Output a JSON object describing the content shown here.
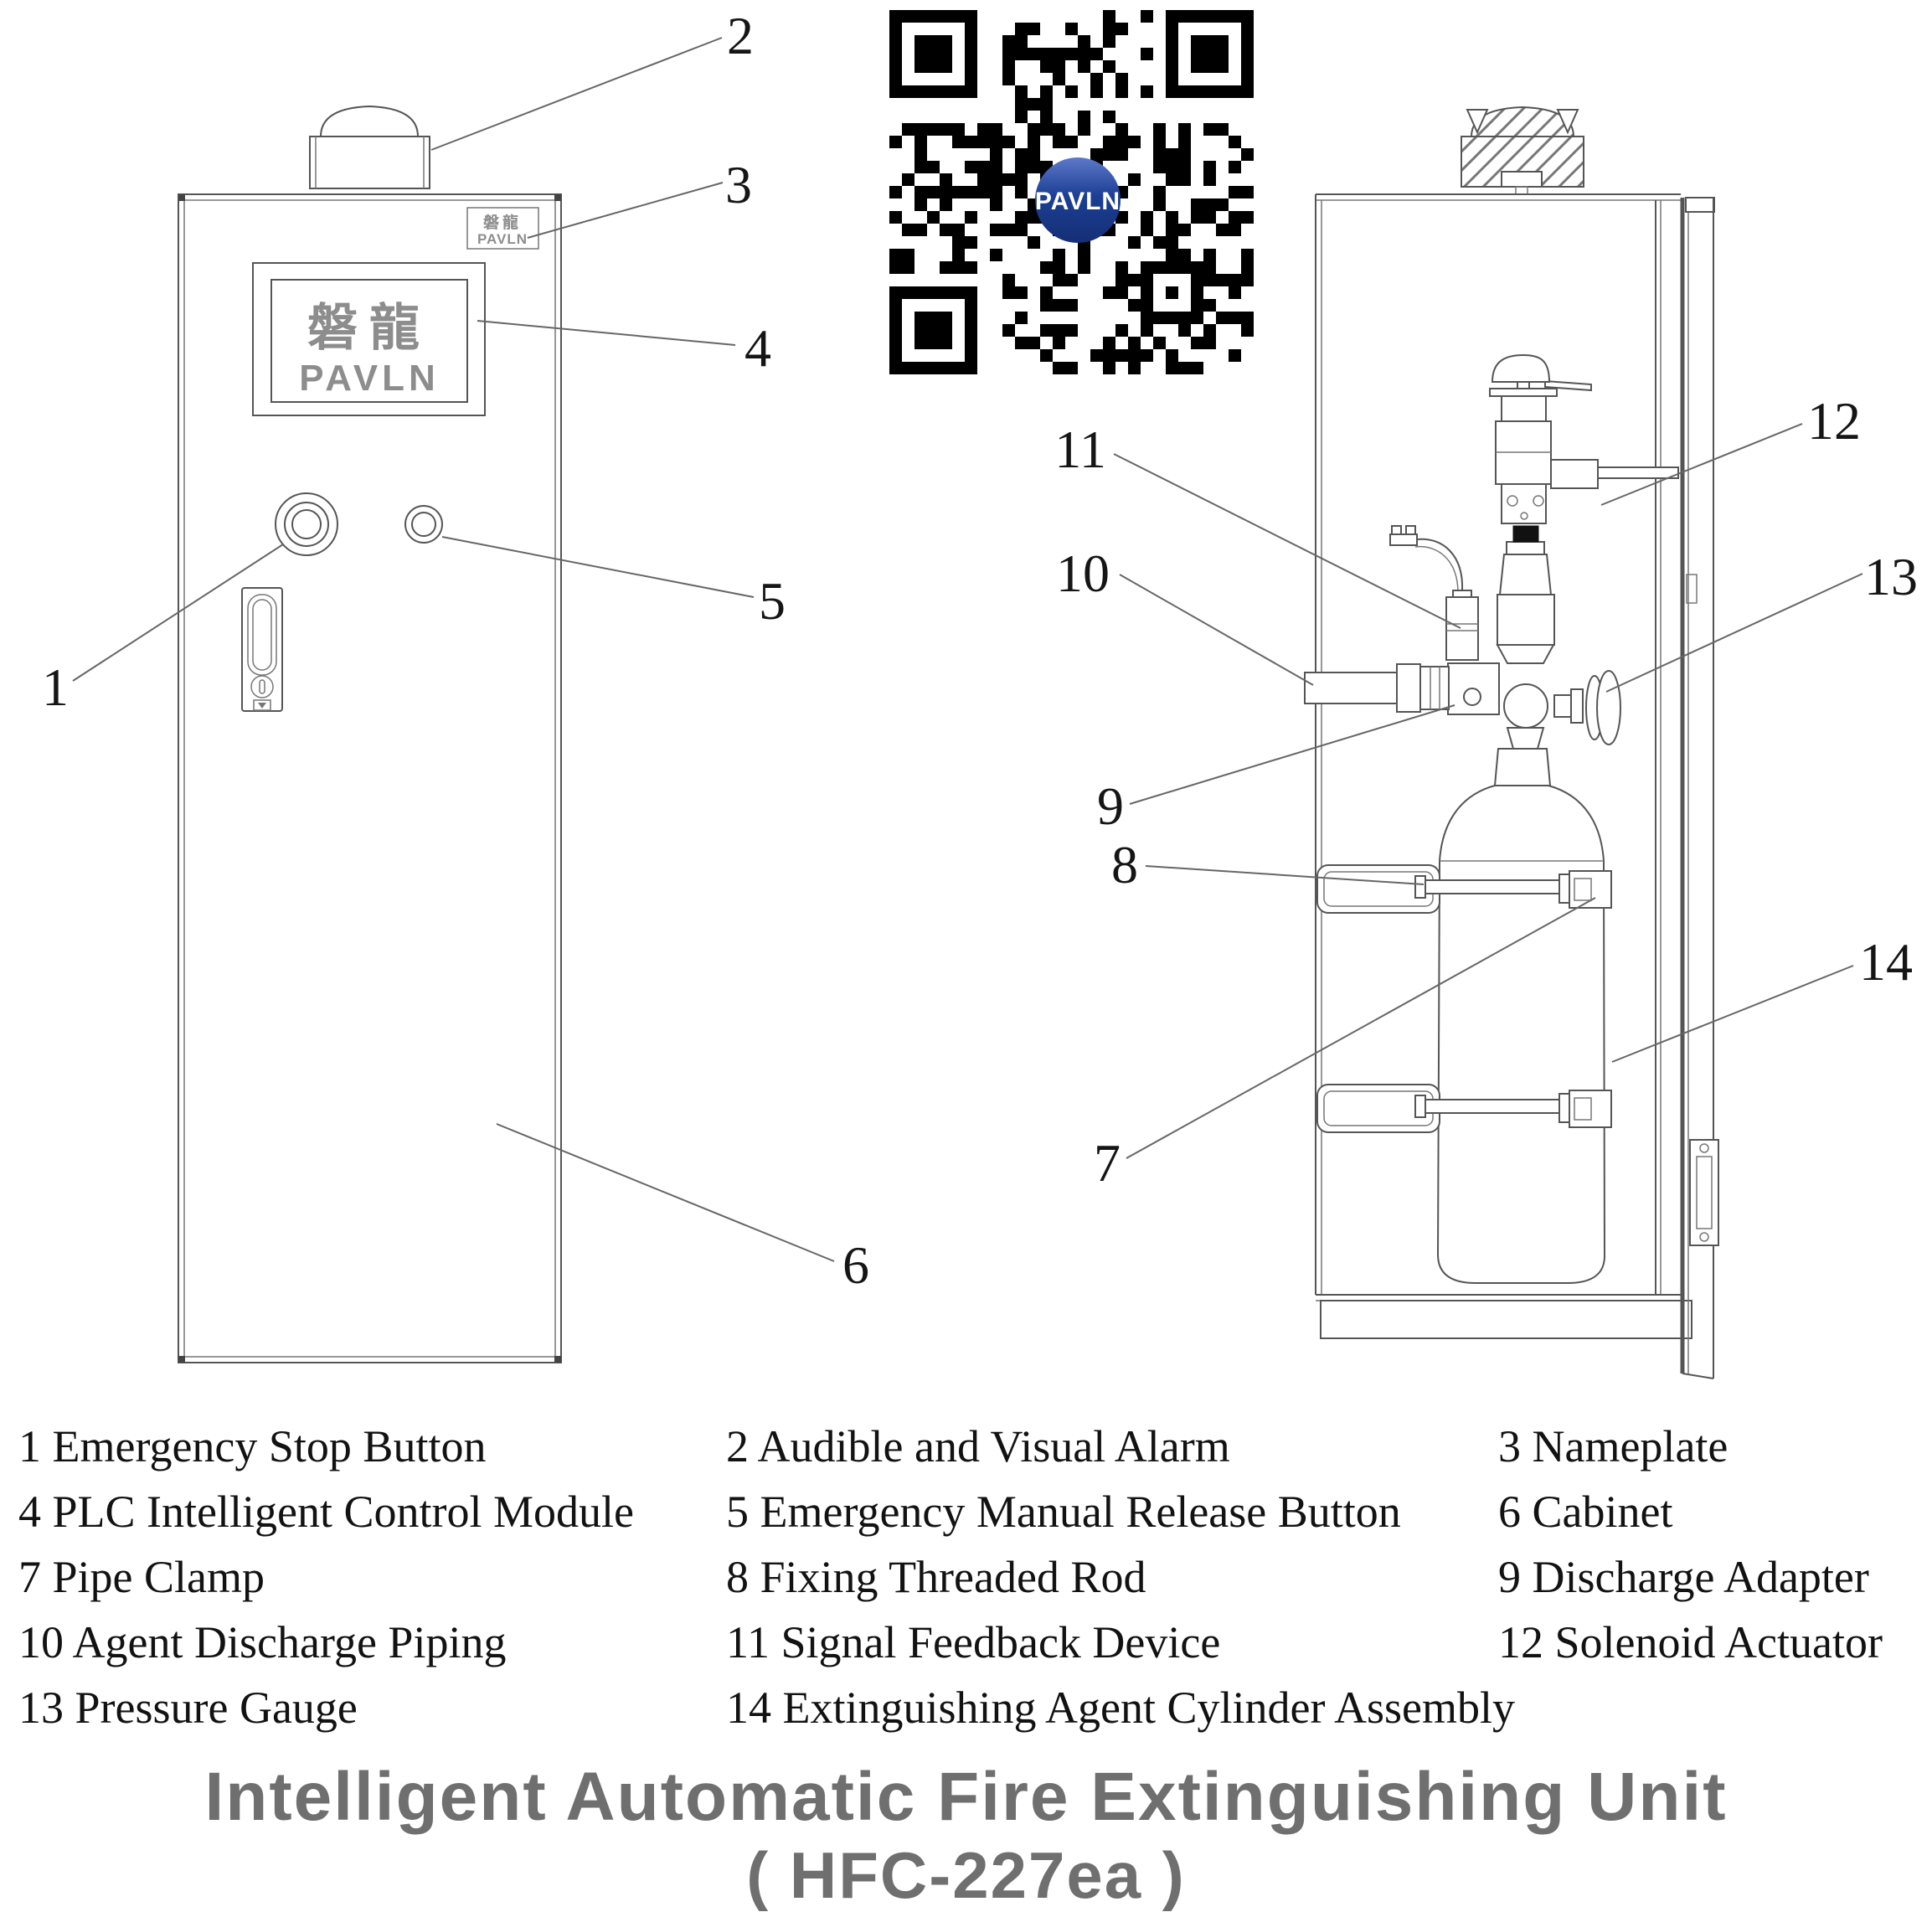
{
  "title": {
    "line1": "Intelligent Automatic Fire Extinguishing Unit",
    "line2": "( HFC-227ea )"
  },
  "brand": {
    "cjk": "磐龍",
    "latin": "PAVLN"
  },
  "colors": {
    "drawing_line": "#555555",
    "title_gray": "#6f6f6f",
    "logo_gray": "#8d8d8d",
    "qr_navy": "#1c3f94",
    "qr_black": "#000000"
  },
  "callout_numbers": [
    "1",
    "2",
    "3",
    "4",
    "5",
    "6",
    "7",
    "8",
    "9",
    "10",
    "11",
    "12",
    "13",
    "14"
  ],
  "legend": {
    "items": [
      {
        "text": "1 Emergency Stop Button"
      },
      {
        "text": "2 Audible and Visual Alarm"
      },
      {
        "text": "3 Nameplate"
      },
      {
        "text": "4 PLC Intelligent Control Module"
      },
      {
        "text": "5 Emergency Manual Release Button"
      },
      {
        "text": "6 Cabinet"
      },
      {
        "text": "7 Pipe Clamp"
      },
      {
        "text": "8 Fixing Threaded Rod"
      },
      {
        "text": "9 Discharge Adapter"
      },
      {
        "text": "10 Agent Discharge Piping"
      },
      {
        "text": "11 Signal Feedback Device"
      },
      {
        "text": "12 Solenoid Actuator"
      },
      {
        "text": "13 Pressure Gauge"
      },
      {
        "text": "14 Extinguishing Agent Cylinder Assembly"
      }
    ]
  }
}
